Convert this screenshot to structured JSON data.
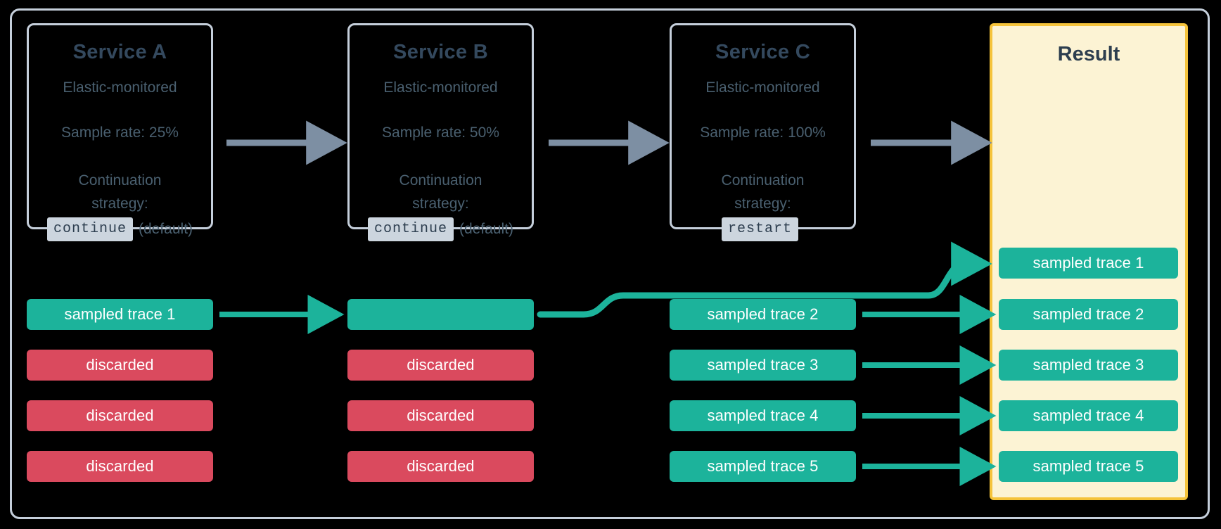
{
  "colors": {
    "background": "#000000",
    "frame_border": "#c5cfdb",
    "service_border": "#c5cfdb",
    "service_title_text": "#34495e",
    "service_body_text": "#4a6070",
    "code_badge_bg": "#ccd5de",
    "code_badge_text": "#2d3e4f",
    "result_bg": "#fcf3d4",
    "result_border": "#f5c33b",
    "result_title_text": "#2d3e4f",
    "sampled_bar": "#1cb39b",
    "discarded_bar": "#da4a5e",
    "bar_text": "#ffffff",
    "gray_arrow": "#7d8fa3",
    "green_arrow": "#1cb39b"
  },
  "services": [
    {
      "title": "Service A",
      "subtitle": "Elastic-monitored",
      "sample_rate": "Sample rate: 25%",
      "strategy_label_line1": "Continuation",
      "strategy_label_line2": "strategy:",
      "strategy_code": "continue",
      "strategy_note": "(default)"
    },
    {
      "title": "Service B",
      "subtitle": "Elastic-monitored",
      "sample_rate": "Sample rate: 50%",
      "strategy_label_line1": "Continuation",
      "strategy_label_line2": "strategy:",
      "strategy_code": "continue",
      "strategy_note": "(default)"
    },
    {
      "title": "Service C",
      "subtitle": "Elastic-monitored",
      "sample_rate": "Sample rate: 100%",
      "strategy_label_line1": "Continuation",
      "strategy_label_line2": "strategy:",
      "strategy_code": "restart",
      "strategy_note": ""
    }
  ],
  "result": {
    "title": "Result",
    "traces": [
      "sampled trace 1",
      "sampled trace 2",
      "sampled trace 3",
      "sampled trace 4",
      "sampled trace 5"
    ]
  },
  "columns": {
    "service_a_bars": [
      {
        "label": "sampled trace 1",
        "kind": "sampled"
      },
      {
        "label": "discarded",
        "kind": "discarded"
      },
      {
        "label": "discarded",
        "kind": "discarded"
      },
      {
        "label": "discarded",
        "kind": "discarded"
      }
    ],
    "service_b_bars": [
      {
        "label": "",
        "kind": "sampled"
      },
      {
        "label": "discarded",
        "kind": "discarded"
      },
      {
        "label": "discarded",
        "kind": "discarded"
      },
      {
        "label": "discarded",
        "kind": "discarded"
      }
    ],
    "service_c_bars": [
      {
        "label": "sampled trace 2",
        "kind": "sampled"
      },
      {
        "label": "sampled trace 3",
        "kind": "sampled"
      },
      {
        "label": "sampled trace 4",
        "kind": "sampled"
      },
      {
        "label": "sampled trace 5",
        "kind": "sampled"
      }
    ]
  },
  "flow": {
    "gray_arrow_count": 3,
    "green_arrow_count": 5,
    "curved_promotion_note": "sampled trace from Service B is promoted to result trace 1"
  }
}
